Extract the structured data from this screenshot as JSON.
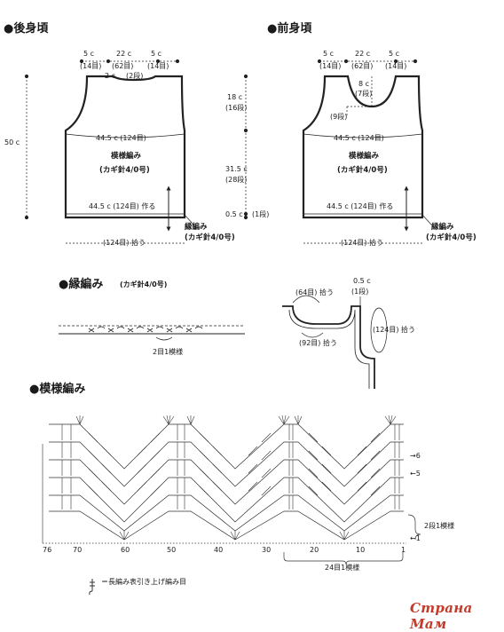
{
  "back": {
    "title": "●後身頃",
    "dims": {
      "strap_l": "5 c",
      "strap_l_st": "(14目)",
      "neck": "22 c",
      "neck_st": "(62目)",
      "strap_r": "5 c",
      "strap_r_st": "(14目)",
      "neck_depth": "2 c",
      "neck_depth_rows": "(2段)",
      "total_h": "50 c",
      "armhole": "18 c",
      "armhole_rows": "(16段)",
      "body": "31.5 c",
      "body_rows": "(28段)",
      "edge": "0.5 c",
      "edge_rows": "(1段)",
      "width_top": "44.5 c (124目)",
      "width_bottom": "44.5 c (124目) 作る",
      "pickup": "(124目) 拾う"
    },
    "pattern1": "模様編み",
    "pattern2": "(カギ針4/0号)",
    "border1": "縁編み",
    "border2": "(カギ針4/0号)"
  },
  "front": {
    "title": "●前身頃",
    "dims": {
      "strap_l": "5 c",
      "strap_l_st": "(14目)",
      "neck": "22 c",
      "neck_st": "(62目)",
      "strap_r": "5 c",
      "strap_r_st": "(14目)",
      "neck_depth": "8 c",
      "neck_depth_rows": "(7段)",
      "neck_step": "(9段)",
      "width_top": "44.5 c (124目)",
      "width_bottom": "44.5 c (124目) 作る",
      "pickup": "(124目) 拾う"
    },
    "pattern1": "模様編み",
    "pattern2": "(カギ針4/0号)",
    "border1": "縁編み",
    "border2": "(カギ針4/0号)"
  },
  "edging": {
    "title": "●縁編み",
    "hook": "(カギ針4/0号)",
    "repeat": "2目1模様",
    "height": "0.5 c",
    "height_rows": "(1段)",
    "neck_pick": "(64目) 拾う",
    "arm_pick": "(124目) 拾う",
    "front_pick": "(92目) 拾う"
  },
  "pattern": {
    "title": "●模様編み",
    "x_labels": [
      "76",
      "70",
      "60",
      "50",
      "40",
      "30",
      "20",
      "10",
      "1"
    ],
    "row_labels": [
      "→6",
      "←5",
      "←1"
    ],
    "row_repeat": "2段1模様",
    "stitch_repeat": "24目1模様",
    "legend": "＝長編み表引き上げ編み目"
  },
  "watermark": "Страна Мам"
}
